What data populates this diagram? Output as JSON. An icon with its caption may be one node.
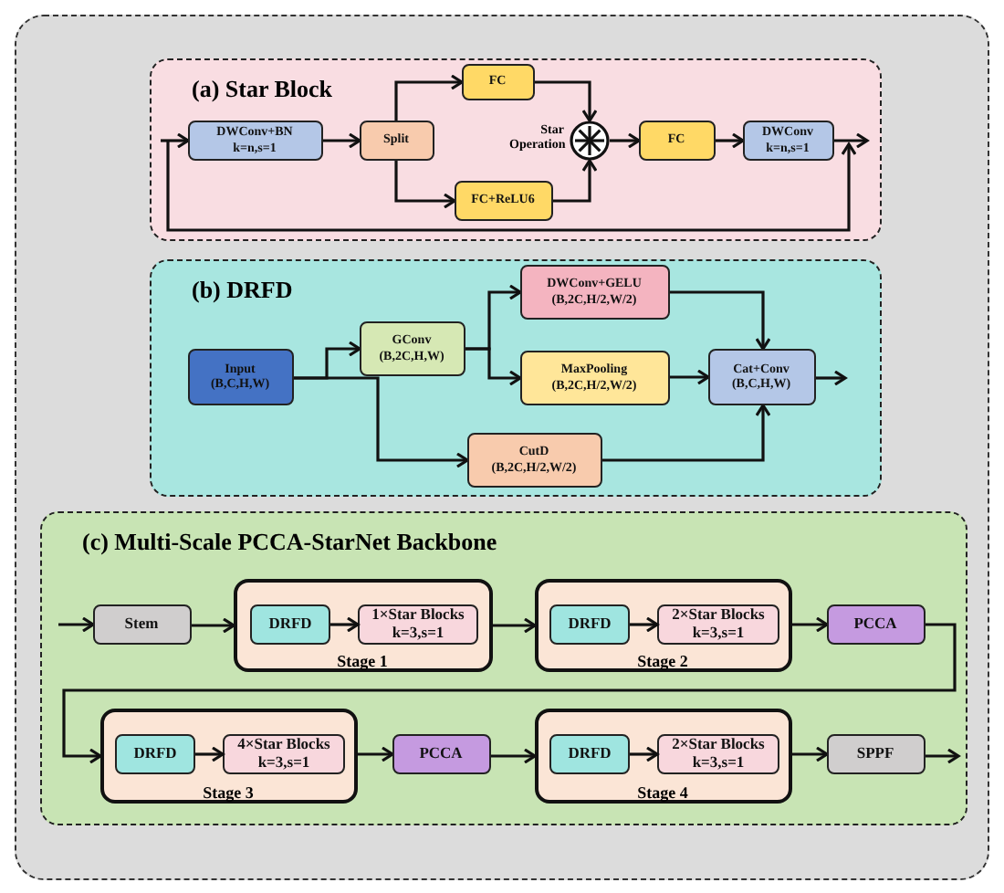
{
  "diagram": {
    "nodes": [
      {
        "text": [
          "(a) Star Block"
        ]
      },
      {
        "text": [
          "DWConv+BN",
          "k=n,s=1"
        ],
        "in": 0
      },
      {
        "text": [
          "Split"
        ],
        "in": 0
      },
      {
        "text": [
          "FC"
        ],
        "in": 0
      },
      {
        "text": [
          "FC+ReLU6"
        ],
        "in": 0
      },
      {
        "text": [],
        "shape": "circle",
        "beside": [
          "Star Operation"
        ],
        "in": 0
      },
      {
        "text": [
          "FC"
        ],
        "in": 0
      },
      {
        "text": [
          "DWConv",
          "k=n,s=1"
        ],
        "in": 0
      },
      {
        "text": [
          "(b) DRFD"
        ]
      },
      {
        "text": [
          "Input",
          "(B,C,H,W)"
        ],
        "in": 8
      },
      {
        "text": [
          "GConv",
          "(B,2C,H,W)"
        ],
        "in": 8
      },
      {
        "text": [
          "DWConv+GELU",
          "(B,2C,H/2,W/2)"
        ],
        "in": 8
      },
      {
        "text": [
          "MaxPooling",
          "(B,2C,H/2,W/2)"
        ],
        "in": 8
      },
      {
        "text": [
          "CutD",
          "(B,2C,H/2,W/2)"
        ],
        "in": 8
      },
      {
        "text": [
          "Cat+Conv",
          "(B,C,H,W)"
        ],
        "in": 8
      },
      {
        "text": [
          "(c) Multi-Scale PCCA-StarNet Backbone"
        ]
      },
      {
        "text": [
          "Stem"
        ],
        "in": 15
      },
      {
        "text": [
          "Stage 1"
        ],
        "in": 15
      },
      {
        "text": [
          "DRFD"
        ],
        "in": 17
      },
      {
        "text": [
          "1×Star Blocks",
          "k=3,s=1"
        ],
        "in": 17
      },
      {
        "text": [
          "Stage 2"
        ],
        "in": 15
      },
      {
        "text": [
          "DRFD"
        ],
        "in": 20
      },
      {
        "text": [
          "2×Star Blocks",
          "k=3,s=1"
        ],
        "in": 20
      },
      {
        "text": [
          "PCCA"
        ],
        "in": 15
      },
      {
        "text": [
          "Stage 3"
        ],
        "in": 15
      },
      {
        "text": [
          "DRFD"
        ],
        "in": 24
      },
      {
        "text": [
          "4×Star Blocks",
          "k=3,s=1"
        ],
        "in": 24
      },
      {
        "text": [
          "PCCA"
        ],
        "in": 15
      },
      {
        "text": [
          "Stage 4"
        ],
        "in": 15
      },
      {
        "text": [
          "DRFD"
        ],
        "in": 28
      },
      {
        "text": [
          "2×Star Blocks",
          "k=3,s=1"
        ],
        "in": 28
      },
      {
        "text": [
          "SPPF"
        ],
        "in": 15
      }
    ],
    "edges": [
      {
        "from": null,
        "to": 1,
        "arrow": "to"
      },
      {
        "from": 1,
        "to": 2,
        "arrow": "to"
      },
      {
        "from": 2,
        "to": 3,
        "arrow": "to"
      },
      {
        "from": 2,
        "to": 4,
        "arrow": "to"
      },
      {
        "from": 3,
        "to": 5,
        "arrow": "to"
      },
      {
        "from": 4,
        "to": 5,
        "arrow": "to"
      },
      {
        "from": 5,
        "to": 6,
        "arrow": "to"
      },
      {
        "from": 6,
        "to": 7,
        "arrow": "to"
      },
      {
        "from": 7,
        "to": null,
        "arrow": "to"
      },
      {
        "from": 9,
        "to": 10,
        "arrow": "to"
      },
      {
        "from": 9,
        "to": 13,
        "arrow": "to"
      },
      {
        "from": 10,
        "to": 11,
        "arrow": "to"
      },
      {
        "from": 10,
        "to": 12,
        "arrow": "to"
      },
      {
        "from": 11,
        "to": 14,
        "arrow": "to"
      },
      {
        "from": 12,
        "to": 14,
        "arrow": "to"
      },
      {
        "from": 13,
        "to": 14,
        "arrow": "to"
      },
      {
        "from": 14,
        "to": null,
        "arrow": "to"
      },
      {
        "from": null,
        "to": 16,
        "arrow": "to"
      },
      {
        "from": 16,
        "to": 17,
        "arrow": "to"
      },
      {
        "from": 18,
        "to": 19,
        "arrow": "to"
      },
      {
        "from": 17,
        "to": 20,
        "arrow": "to"
      },
      {
        "from": 21,
        "to": 22,
        "arrow": "to"
      },
      {
        "from": 20,
        "to": 23,
        "arrow": "to"
      },
      {
        "from": 23,
        "to": 24,
        "arrow": "to"
      },
      {
        "from": 25,
        "to": 26,
        "arrow": "to"
      },
      {
        "from": 24,
        "to": 27,
        "arrow": "to"
      },
      {
        "from": 27,
        "to": 28,
        "arrow": "to"
      },
      {
        "from": 29,
        "to": 30,
        "arrow": "to"
      },
      {
        "from": 28,
        "to": 31,
        "arrow": "to"
      },
      {
        "from": 31,
        "to": null,
        "arrow": "to"
      }
    ]
  }
}
